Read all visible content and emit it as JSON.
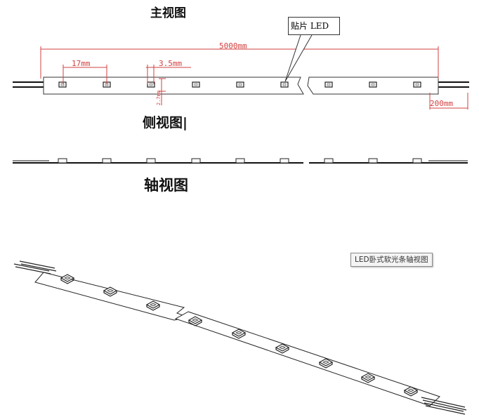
{
  "views": {
    "front": "主视图",
    "side": "侧视图|",
    "axial": "轴视图"
  },
  "callout": "贴片 LED",
  "dimensions": {
    "total_length": "5000mm",
    "pitch": "17mm",
    "led_width": "3.5mm",
    "strip_width": "2.7mm",
    "lead_length": "200mm"
  },
  "iso_label": "LED卧式软光条轴视图",
  "colors": {
    "dimension": "#d24040",
    "outline": "#222222",
    "led_fill": "#e6e6e6"
  }
}
